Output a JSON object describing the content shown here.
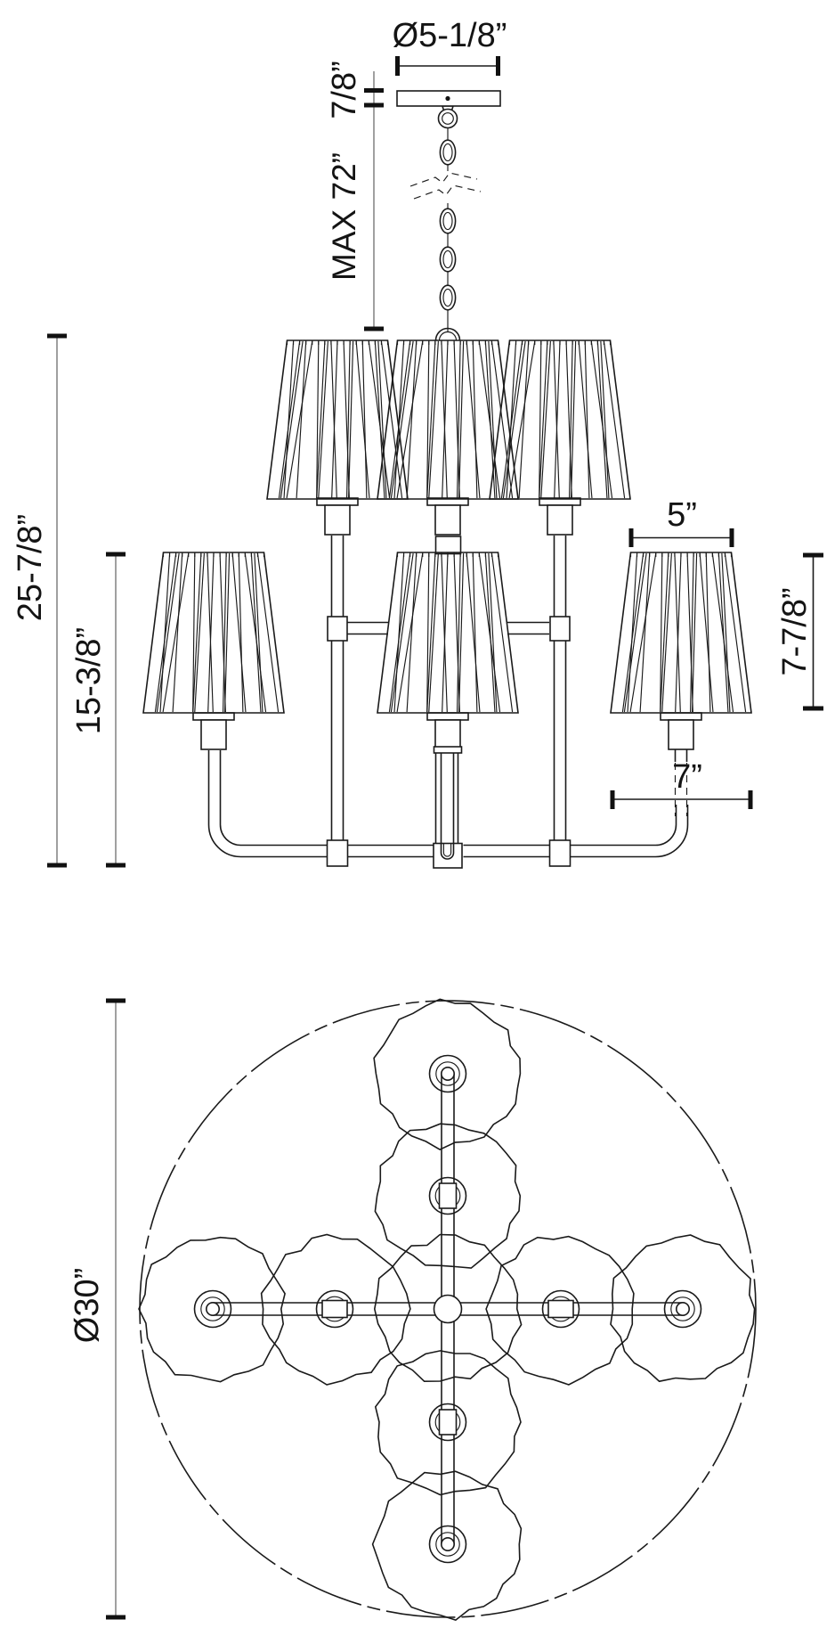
{
  "dims": {
    "canopy_diameter": "Ø5-1/8”",
    "canopy_height": "7/8”",
    "max_overall_drop": "MAX 72”",
    "fixture_height": "25-7/8”",
    "lower_section_height": "15-3/8”",
    "shade_top_diameter": "5”",
    "shade_height": "7-7/8”",
    "arm_offset": "7”",
    "overall_diameter": "Ø30”"
  },
  "colors": {
    "line": "#1a1a1a",
    "dimension_line": "#8f8f8f",
    "text": "#141414",
    "background": "#ffffff"
  }
}
